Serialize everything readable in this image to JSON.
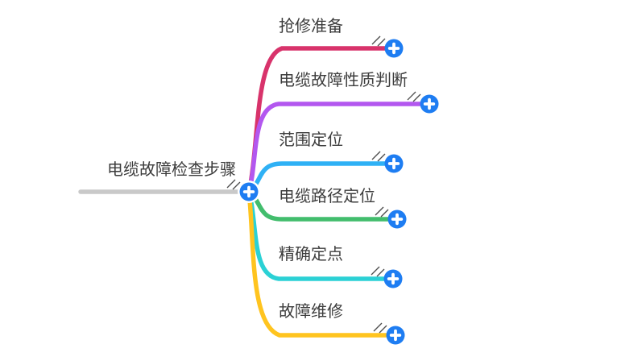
{
  "root": {
    "label": "电缆故障检查步骤",
    "line_color": "#c9c9c9"
  },
  "branches": [
    {
      "label": "抢修准备",
      "color": "#d8336b"
    },
    {
      "label": "电缆故障性质判断",
      "color": "#b357ef"
    },
    {
      "label": "范围定位",
      "color": "#2fb1f5"
    },
    {
      "label": "电缆路径定位",
      "color": "#42bd6d"
    },
    {
      "label": "精确定点",
      "color": "#2bd1d5"
    },
    {
      "label": "故障维修",
      "color": "#ffc41f"
    }
  ],
  "plus_button": {
    "color": "#1e7df2",
    "glyph_name": "plus-icon"
  },
  "text_color": "#3c3c3c"
}
